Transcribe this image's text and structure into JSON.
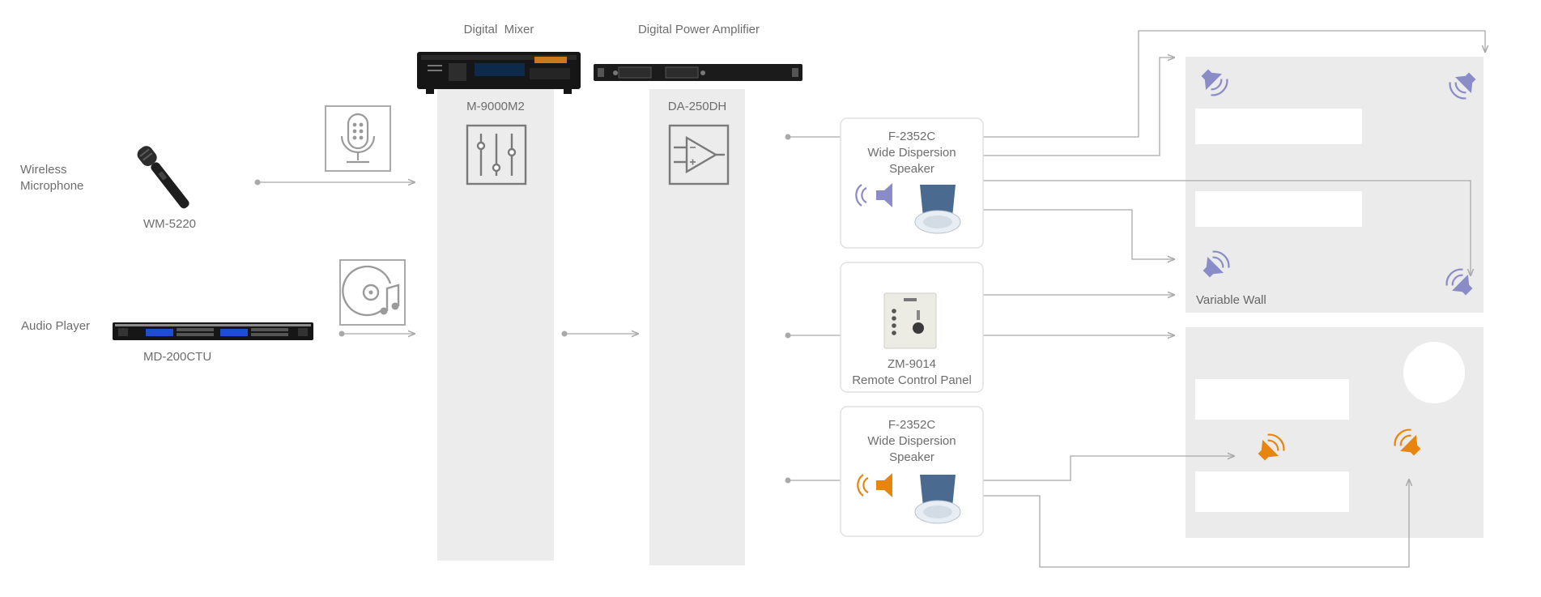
{
  "colors": {
    "column": "#ececec",
    "room": "#ebebeb",
    "line": "#a9a9a9",
    "icon_gray": "#8a8a8a",
    "speaker_purple": "#8a8cc7",
    "speaker_orange": "#e8850f",
    "text": "#6d6d6d"
  },
  "sources": {
    "mic": {
      "label_line1": "Wireless",
      "label_line2": "Microphone",
      "model": "WM-5220"
    },
    "player": {
      "label": "Audio Player",
      "model": "MD-200CTU"
    }
  },
  "mixer": {
    "title": "Digital  Mixer",
    "model": "M-9000M2"
  },
  "amplifier": {
    "title": "Digital Power Amplifier",
    "model": "DA-250DH"
  },
  "outputs": [
    {
      "model": "F-2352C",
      "line2": "Wide Dispersion",
      "line3": "Speaker",
      "icon": "speaker-purple-icon"
    },
    {
      "model": "ZM-9014",
      "line2": "Remote Control Panel"
    },
    {
      "model": "F-2352C",
      "line2": "Wide Dispersion",
      "line3": "Speaker",
      "icon": "speaker-orange-icon"
    }
  ],
  "rooms": {
    "upper_label": "Variable Wall"
  }
}
